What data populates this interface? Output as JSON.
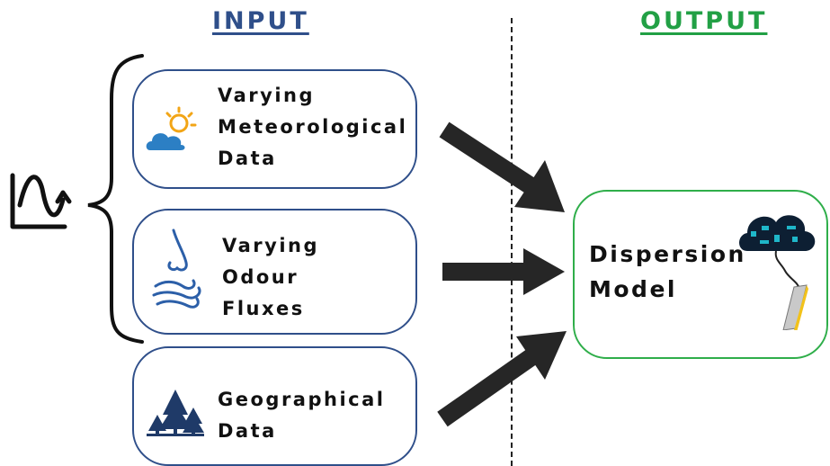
{
  "headings": {
    "input": "INPUT",
    "output": "OUTPUT"
  },
  "colors": {
    "input_heading": "#2f4f8a",
    "output_heading": "#22a045",
    "input_box_border": "#2f4f8a",
    "output_box_border": "#2fae4a",
    "arrow": "#262626",
    "icon_blue": "#2c7fc4",
    "icon_navy": "#1f3a68",
    "sun": "#f2a516",
    "laptop_yellow": "#f2c21b"
  },
  "inputs": [
    {
      "icon": "cloud-sun-icon",
      "lines": [
        "Varying",
        "Meteorological",
        "Data"
      ]
    },
    {
      "icon": "nose-wind-icon",
      "lines": [
        "Varying",
        "Odour",
        "Fluxes"
      ]
    },
    {
      "icon": "trees-icon",
      "lines": [
        "Geographical",
        "Data"
      ]
    }
  ],
  "output": {
    "icon": "cloud-laptop-icon",
    "lines": [
      "Dispersion",
      "Model"
    ]
  },
  "left_icon": "time-series-icon"
}
